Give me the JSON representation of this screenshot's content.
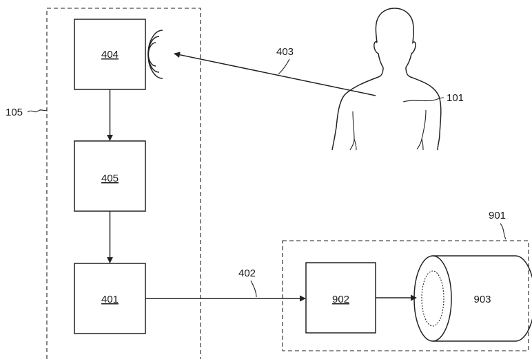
{
  "labels": {
    "group_left": "105",
    "group_right": "901",
    "box_top": "404",
    "box_middle": "405",
    "box_bottom": "401",
    "box_right": "902",
    "cylinder": "903",
    "arrow_signal": "403",
    "arrow_link": "402",
    "body_ref": "101"
  }
}
